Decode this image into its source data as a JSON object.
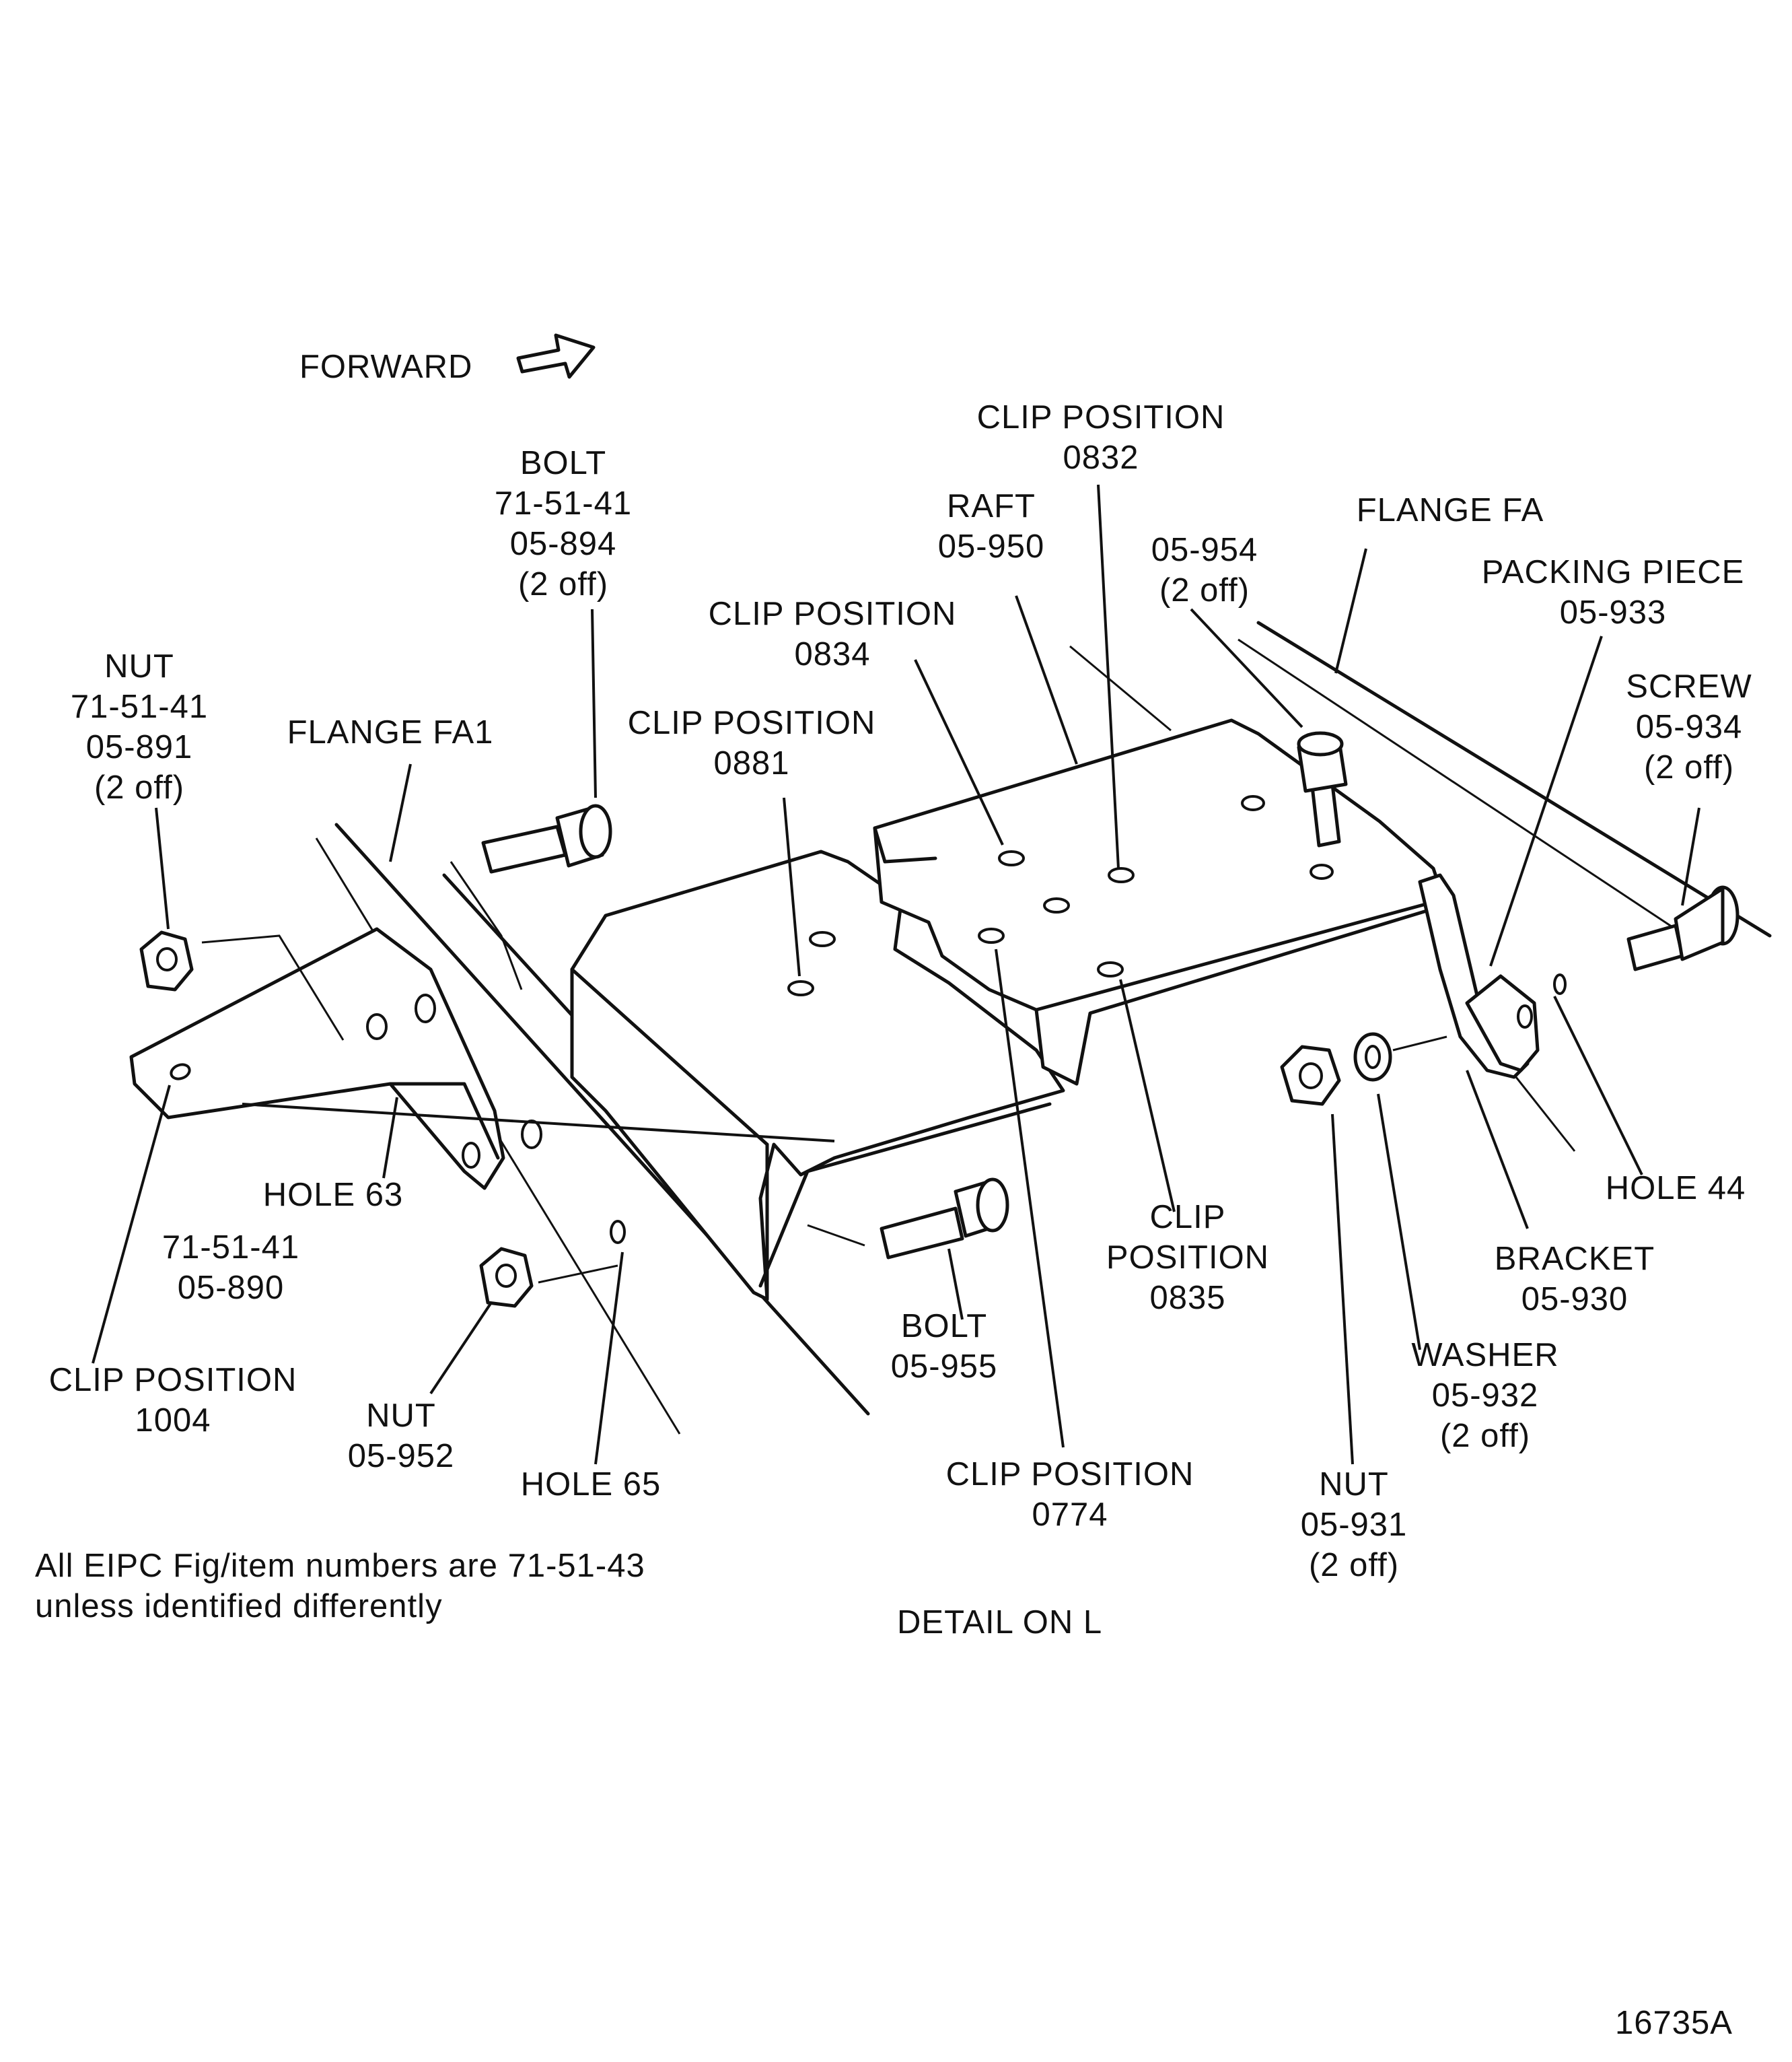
{
  "header": {
    "forward_label": "FORWARD"
  },
  "labels": {
    "clip_0832": [
      "CLIP POSITION",
      "0832"
    ],
    "bolt_894": [
      "BOLT",
      "71-51-41",
      "05-894",
      "(2 off)"
    ],
    "raft": [
      "RAFT",
      "05-950"
    ],
    "flange_fa": [
      "FLANGE FA"
    ],
    "bolt_954": [
      "05-954",
      "(2 off)"
    ],
    "packing_piece": [
      "PACKING PIECE",
      "05-933"
    ],
    "clip_0834": [
      "CLIP POSITION",
      "0834"
    ],
    "nut_891": [
      "NUT",
      "71-51-41",
      "05-891",
      "(2 off)"
    ],
    "flange_fa1": [
      "FLANGE FA1"
    ],
    "clip_0881": [
      "CLIP POSITION",
      "0881"
    ],
    "screw": [
      "SCREW",
      "05-934",
      "(2 off)"
    ],
    "hole_63": [
      "HOLE 63"
    ],
    "hole_44": [
      "HOLE 44"
    ],
    "bracket_890": [
      "71-51-41",
      "05-890"
    ],
    "clip_0835": [
      "CLIP",
      "POSITION",
      "0835"
    ],
    "bracket_930": [
      "BRACKET",
      "05-930"
    ],
    "bolt_955": [
      "BOLT",
      "05-955"
    ],
    "clip_1004": [
      "CLIP POSITION",
      "1004"
    ],
    "washer": [
      "WASHER",
      "05-932",
      "(2 off)"
    ],
    "nut_952": [
      "NUT",
      "05-952"
    ],
    "hole_65": [
      "HOLE 65"
    ],
    "clip_0774": [
      "CLIP POSITION",
      "0774"
    ],
    "nut_931": [
      "NUT",
      "05-931",
      "(2 off)"
    ]
  },
  "footnote": [
    "All EIPC Fig/item numbers are 71-51-43",
    "unless identified differently"
  ],
  "detail_caption": "DETAIL ON L",
  "figure_number": "16735A"
}
